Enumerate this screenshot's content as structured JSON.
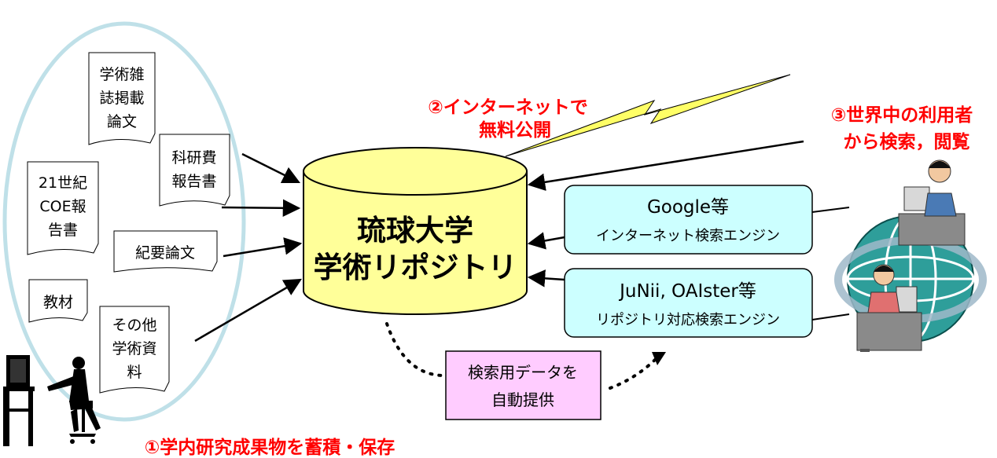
{
  "documents": [
    {
      "id": "journal",
      "lines": [
        "学術雑",
        "誌掲載",
        "論文"
      ]
    },
    {
      "id": "kaken",
      "lines": [
        "科研費",
        "報告書"
      ]
    },
    {
      "id": "coe",
      "lines": [
        "21世紀",
        "COE報",
        "告書"
      ]
    },
    {
      "id": "kiyou",
      "lines": [
        "紀要論文"
      ]
    },
    {
      "id": "kyozai",
      "lines": [
        "教材"
      ]
    },
    {
      "id": "other",
      "lines": [
        "その他",
        "学術資",
        "料"
      ]
    }
  ],
  "repository": {
    "lines": [
      "琉球大学",
      "学術リポジトリ"
    ]
  },
  "steps": {
    "step1": "①学内研究成果物を蓄積・保存",
    "step2": [
      "②インターネットで",
      "無料公開"
    ],
    "step3": [
      "③世界中の利用者",
      "から検索，閲覧"
    ]
  },
  "engines": [
    {
      "id": "google",
      "title": "Google等",
      "subtitle": "インターネット検索エンジン"
    },
    {
      "id": "junii",
      "title": "JuNii, OAIster等",
      "subtitle": "リポジトリ対応検索エンジン"
    }
  ],
  "feed_box": {
    "lines": [
      "検索用データを",
      "自動提供"
    ]
  },
  "colors": {
    "repository_fill": "#ffff99",
    "engine_fill": "#ccffff",
    "feed_fill": "#ffccff",
    "ellipse_stroke": "#bfe0e8",
    "lightning_fill": "#ffff66",
    "label_red": "#ff0000",
    "globe": "#2e9e9a"
  }
}
